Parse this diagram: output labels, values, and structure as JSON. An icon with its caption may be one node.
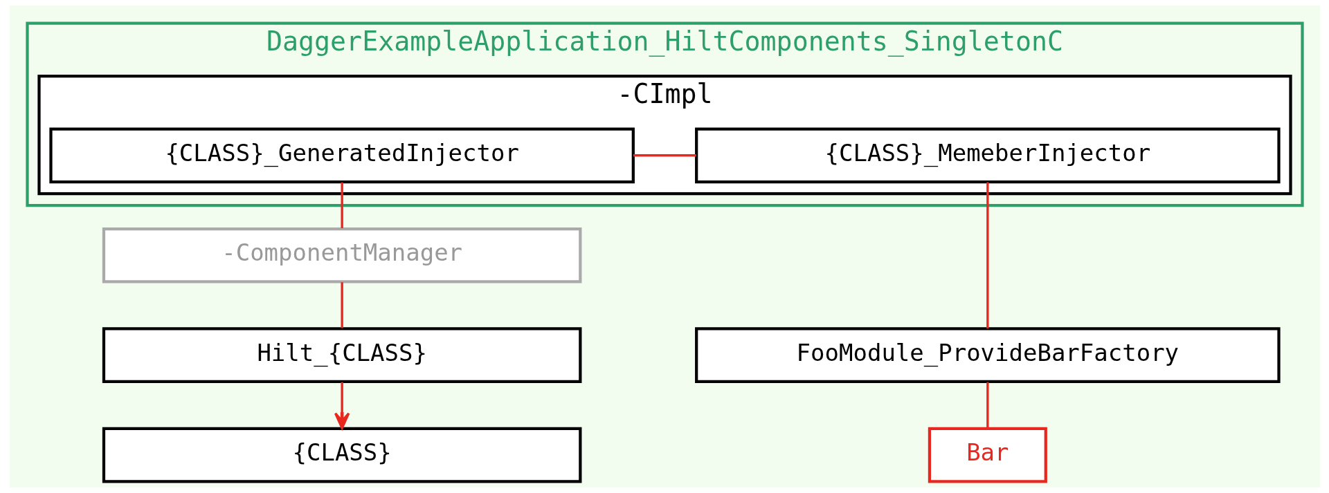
{
  "diagram": {
    "nodes": [
      {
        "text": [
          "DaggerExampleApplication_HiltComponents_SingletonC"
        ]
      },
      {
        "text": [
          "-CImpl"
        ],
        "in": 0
      },
      {
        "text": [
          "{CLASS}_GeneratedInjector"
        ],
        "in": 1
      },
      {
        "text": [
          "{CLASS}_MemeberInjector"
        ],
        "in": 1
      },
      {
        "text": [
          "-ComponentManager"
        ]
      },
      {
        "text": [
          "Hilt_{CLASS}"
        ]
      },
      {
        "text": [
          "FooModule_ProvideBarFactory"
        ]
      },
      {
        "text": [
          "{CLASS}"
        ]
      },
      {
        "text": [
          "Bar"
        ]
      }
    ],
    "edges": [
      {
        "from": 2,
        "to": 3,
        "arrow": "none"
      },
      {
        "from": 2,
        "to": 4,
        "arrow": "none"
      },
      {
        "from": 4,
        "to": 5,
        "arrow": "none"
      },
      {
        "from": 5,
        "to": 7,
        "arrow": "to"
      },
      {
        "from": 3,
        "to": 6,
        "arrow": "none"
      },
      {
        "from": 6,
        "to": 8,
        "arrow": "none"
      }
    ]
  }
}
